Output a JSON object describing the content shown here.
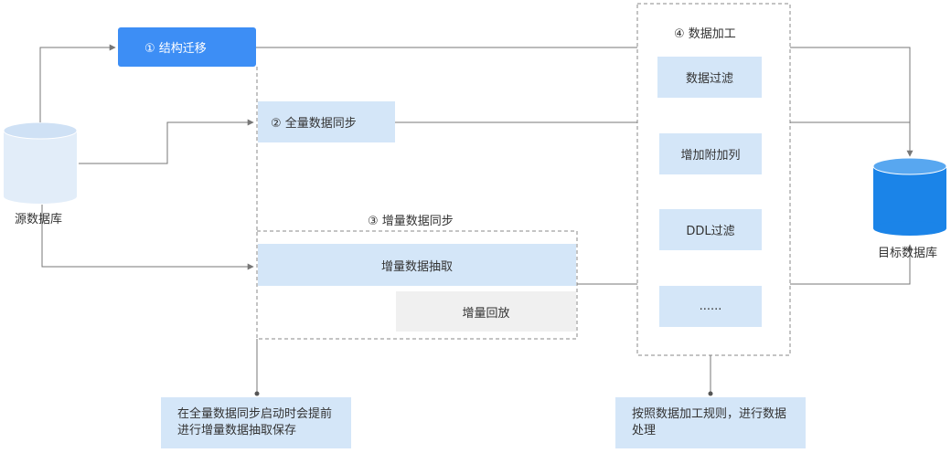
{
  "source_db": {
    "label": "源数据库"
  },
  "target_db": {
    "label": "目标数据库"
  },
  "steps": {
    "schema_migration": "① 结构迁移",
    "full_sync": "② 全量数据同步",
    "incremental_sync": "③ 增量数据同步",
    "data_processing": "④ 数据加工"
  },
  "incremental": {
    "extract": "增量数据抽取",
    "replay": "增量回放"
  },
  "processing_items": [
    "数据过滤",
    "增加附加列",
    "DDL过滤",
    "......"
  ],
  "notes": {
    "incremental": "在全量数据同步启动时会提前进行增量数据抽取保存",
    "processing": "按照数据加工规则，进行数据处理"
  },
  "colors": {
    "primary": "#3d8ef5",
    "light_box": "#d4e6f8",
    "gray_box": "#f0f0f0",
    "line": "#777777",
    "db_body": "#e2edf9",
    "db_top": "#cfe1f5",
    "target_body": "#1b84e8",
    "target_top": "#58a7f0"
  }
}
